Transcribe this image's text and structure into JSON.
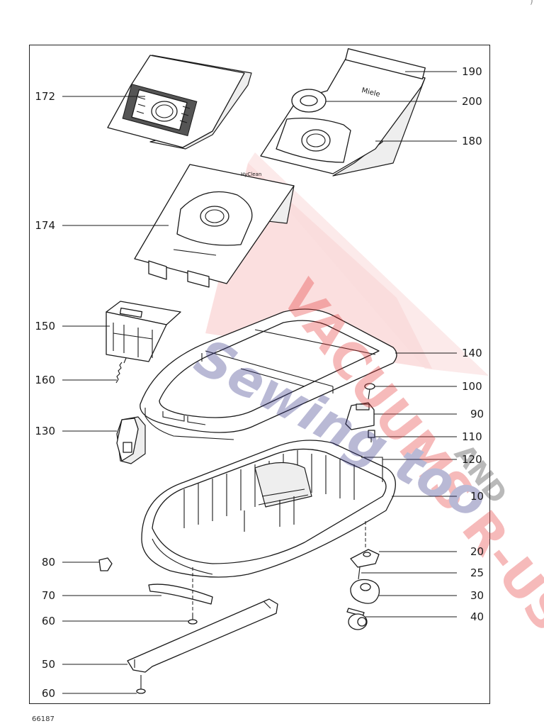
{
  "diagram": {
    "document_number": "66187",
    "corner_mark": ")",
    "watermark": {
      "line1": "VACUUMS R-US",
      "line2": "AND",
      "line3": "Sewing too",
      "color_primary": "#e63c3c",
      "color_secondary": "#3a3a8a"
    },
    "callouts_left": [
      {
        "label": "172",
        "part": "dust-bag-172"
      },
      {
        "label": "174",
        "part": "dust-bag-174"
      },
      {
        "label": "150",
        "part": "bag-holder-bracket"
      },
      {
        "label": "160",
        "part": "spring"
      },
      {
        "label": "130",
        "part": "latch"
      },
      {
        "label": "80",
        "part": "small-clip"
      },
      {
        "label": "70",
        "part": "curved-strip"
      },
      {
        "label": "60",
        "part": "screw"
      },
      {
        "label": "50",
        "part": "base-rail"
      },
      {
        "label": "60",
        "part": "screw-lower"
      }
    ],
    "callouts_right": [
      {
        "label": "190",
        "part": "bag-collar-plate"
      },
      {
        "label": "200",
        "part": "seal-ring"
      },
      {
        "label": "180",
        "part": "dust-bag-180"
      },
      {
        "label": "140",
        "part": "frame-lid"
      },
      {
        "label": "100",
        "part": "screw-100"
      },
      {
        "label": "90",
        "part": "terminal-block"
      },
      {
        "label": "110",
        "part": "connector-110"
      },
      {
        "label": "120",
        "part": "divider-wall"
      },
      {
        "label": "10",
        "part": "housing-base"
      },
      {
        "label": "20",
        "part": "castor-bracket"
      },
      {
        "label": "25",
        "part": "screw-25"
      },
      {
        "label": "30",
        "part": "castor-housing"
      },
      {
        "label": "40",
        "part": "castor-wheel"
      }
    ],
    "bag_print": {
      "brand": "Miele",
      "line": "HyClean"
    }
  }
}
